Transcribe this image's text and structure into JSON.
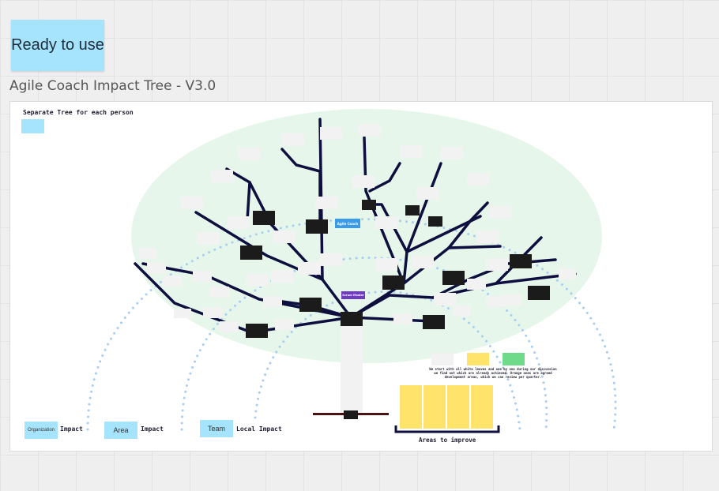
{
  "board": {
    "ready_sticky": "Ready to use",
    "title": "Agile Coach Impact Tree - V3.0"
  },
  "frame": {
    "separate_tree_label": "Separate Tree for each person",
    "center_label": "Agile Coach",
    "trunk_label": "Scrum Master",
    "legend": {
      "organization_sticky": "Organization",
      "organization_label": "Impact",
      "area_sticky": "Area",
      "area_label": "Impact",
      "team_sticky": "Team",
      "team_label": "Local Impact"
    },
    "legend_note": "We start with all white leaves and one by one during our discussion we find out which are already achieved. Orange ones are agreed development areas, which we can review per quarter.",
    "areas_label": "Areas to improve"
  },
  "colors": {
    "sticky_blue": "#a6e3fc",
    "canopy_green": "#e6f6ea",
    "branch_navy": "#0e0f3f",
    "black_leaf": "#1b1b1b",
    "white_leaf": "#f2f2f3",
    "yellow_leaf": "#ffe36b",
    "green_leaf": "#6fdb8a",
    "agile_chip": "#3a9be8",
    "scrum_chip": "#6f3bc0",
    "ring_dots": "#a7cdf0",
    "ground": "#4a1414"
  }
}
